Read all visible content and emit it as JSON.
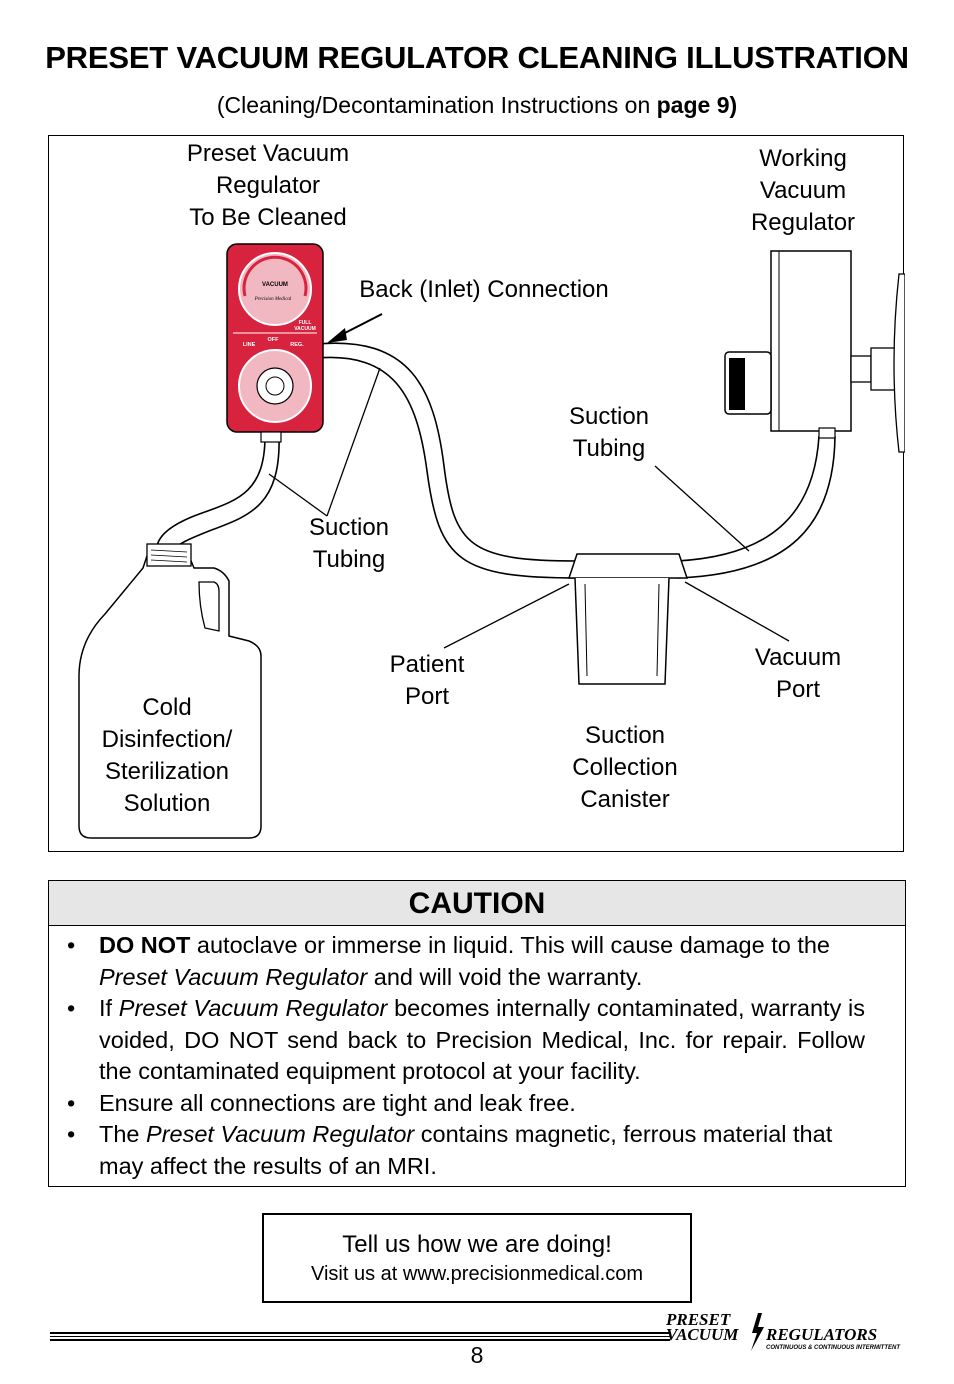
{
  "header": {
    "title": "PRESET VACUUM REGULATOR CLEANING ILLUSTRATION",
    "subtitle_prefix": "(Cleaning/Decontamination Instructions on ",
    "subtitle_bold": "page 9)"
  },
  "figure": {
    "labels": {
      "preset_regulator": "Preset Vacuum\nRegulator\nTo Be Cleaned",
      "working_regulator": "Working\nVacuum\nRegulator",
      "back_inlet": "Back (Inlet) Connection",
      "suction_tubing_right": "Suction\nTubing",
      "suction_tubing_left": "Suction\nTubing",
      "patient_port": "Patient\nPort",
      "vacuum_port": "Vacuum\nPort",
      "collection_canister": "Suction\nCollection\nCanister",
      "solution": "Cold\nDisinfection/\nSterilization\nSolution"
    },
    "gauge": {
      "brand_text": "VACUUM",
      "maker_text": "Precision Medical",
      "full_vacuum": "FULL\nVACUUM",
      "off": "OFF",
      "line": "LINE",
      "reg": "REG."
    },
    "colors": {
      "regulator_red": "#d8233f",
      "regulator_pink": "#f2b8c2"
    }
  },
  "caution": {
    "heading": "CAUTION",
    "items": [
      {
        "bold": "DO NOT",
        "text1": " autoclave or immerse in liquid. This will cause damage to the ",
        "italic": "Preset Vacuum Regulator",
        "text2": " and will void the warranty."
      },
      {
        "bold": "",
        "text1": "If ",
        "italic": "Preset Vacuum Regulator",
        "text2": " becomes internally contaminated, warranty is voided, DO NOT send back to Precision Medical, Inc. for repair. Follow the contaminated equipment protocol at your facility."
      },
      {
        "bold": "",
        "text1": "Ensure all connections are tight and leak free.",
        "italic": "",
        "text2": ""
      },
      {
        "bold": "",
        "text1": "The ",
        "italic": "Preset Vacuum Regulator",
        "text2": " contains magnetic, ferrous material that may affect the results of an MRI."
      }
    ]
  },
  "feedback": {
    "line1": "Tell us how we are doing!",
    "line2": "Visit us at www.precisionmedical.com"
  },
  "footer": {
    "page_number": "8",
    "brand_line1": "PRESET",
    "brand_line2": "VACUUM",
    "brand_line3": "REGULATORS",
    "brand_tagline": "CONTINUOUS & CONTINUOUS INTERMITTENT"
  }
}
